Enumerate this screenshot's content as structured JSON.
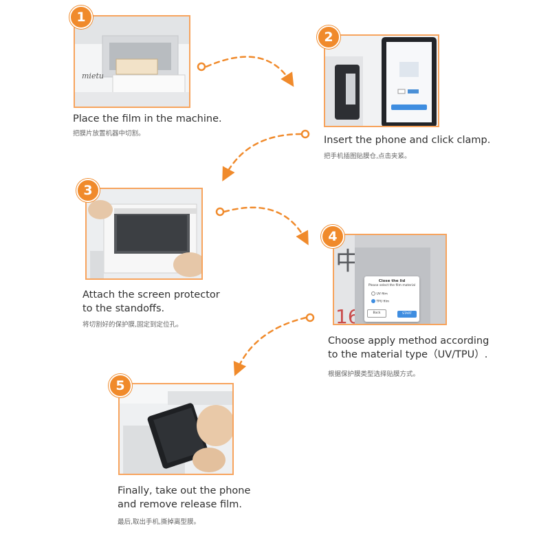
{
  "steps": [
    {
      "number": "1",
      "en_line1": "Place the film in the machine.",
      "en_line2": "",
      "cn": "把膜片放置机器中切割。"
    },
    {
      "number": "2",
      "en_line1": "Insert the phone and click clamp.",
      "en_line2": "",
      "cn": "把手机插图贴膜仓,点击夹紧。"
    },
    {
      "number": "3",
      "en_line1": "Attach the screen protector",
      "en_line2": "to the standoffs.",
      "cn": "将切割好的保护膜,固定到定位孔。"
    },
    {
      "number": "4",
      "en_line1": "Choose apply method according",
      "en_line2": "to the material type（UV/TPU）.",
      "cn": "根据保护膜类型选择贴膜方式。"
    },
    {
      "number": "5",
      "en_line1": "Finally, take out the phone",
      "en_line2": "and remove release film.",
      "cn": "最后,取出手机,撕掉离型膜。"
    }
  ],
  "photo1": {
    "brand": "mietu"
  },
  "dialog": {
    "title": "Close the lid",
    "subtitle": "Please select the film material",
    "option1": "UV film",
    "option2": "TPU film",
    "back_label": "Back",
    "start_label": "START"
  },
  "colors": {
    "accent": "#f08a2b",
    "border": "#f7a35c",
    "text": "#2f2f2f"
  }
}
